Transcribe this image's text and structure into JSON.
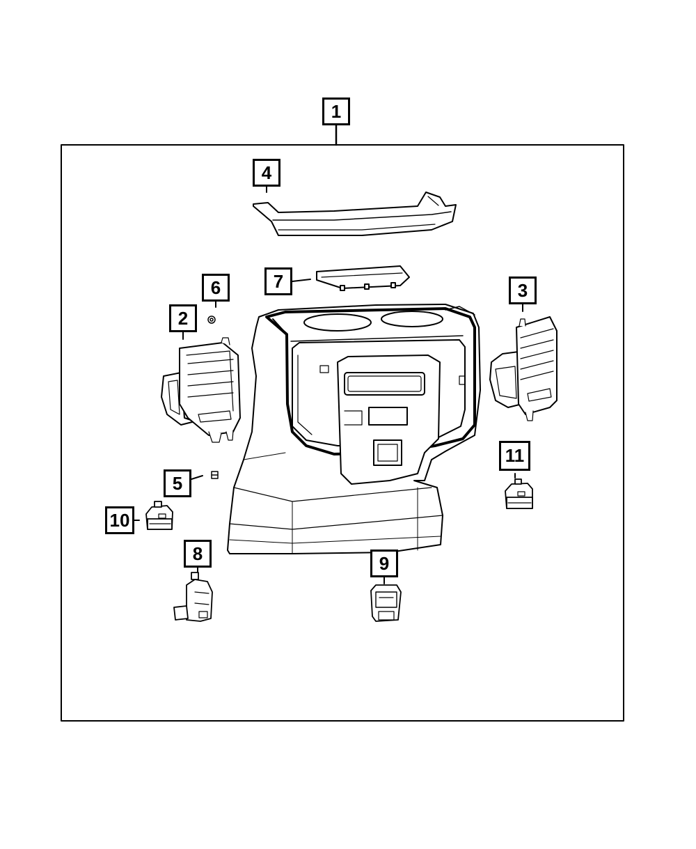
{
  "callouts": {
    "c1": "1",
    "c2": "2",
    "c3": "3",
    "c4": "4",
    "c5": "5",
    "c6": "6",
    "c7": "7",
    "c8": "8",
    "c9": "9",
    "c10": "10",
    "c11": "11"
  },
  "colors": {
    "line": "#000000",
    "background": "#ffffff",
    "fill": "#ffffff"
  }
}
